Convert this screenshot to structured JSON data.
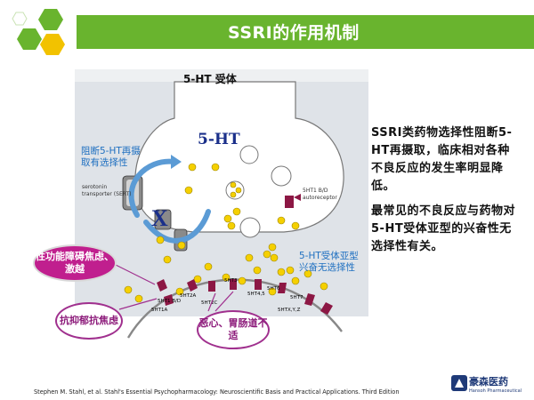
{
  "header": {
    "title": "SSRI的作用机制",
    "color": "#69b42e"
  },
  "diagram": {
    "receptor_title": "5-HT 受体",
    "neurotransmitter": "5-HT",
    "block_reuptake": "阻断5-HT再摄取有选择性",
    "sert_label": "serotonin transporter (SERT)",
    "sert_block_symbol": "X",
    "autoreceptor_label": "5HT1 B/D autoreceptor",
    "nonselective_label": "5-HT受体亚型兴奋无选择性",
    "receptors": [
      "5HT1A",
      "5HT1 B/D",
      "5HT2A",
      "5HT2C",
      "5HT3",
      "5HT4,5",
      "5HT6",
      "5HT7",
      "5HTX,Y,Z"
    ],
    "callouts": {
      "sexual": "性功能障碍焦虑、激越",
      "antidepressant": "抗抑郁抗焦虑",
      "nausea": "恶心、胃肠道不适"
    },
    "colors": {
      "serotonin": "#f5d000",
      "receptor": "#8c1744",
      "block_label": "#1e6fc0",
      "callout_fill": "#c01f8e"
    }
  },
  "side_text": {
    "paragraph1": "SSRI类药物选择性阻断5-HT再摄取，临床相对各种不良反应的发生率明显降低。",
    "paragraph2": "最常见的不良反应与药物对5-HT受体亚型的兴奋性无选择性有关。"
  },
  "citation": "Stephen M. Stahl, et al. Stahl's Essential Psychopharmacology: Neuroscientific Basis and Practical Applications. Third Edition",
  "brand": {
    "name_cn": "豪森医药",
    "name_en": "Hansoh Pharmaceutical"
  }
}
